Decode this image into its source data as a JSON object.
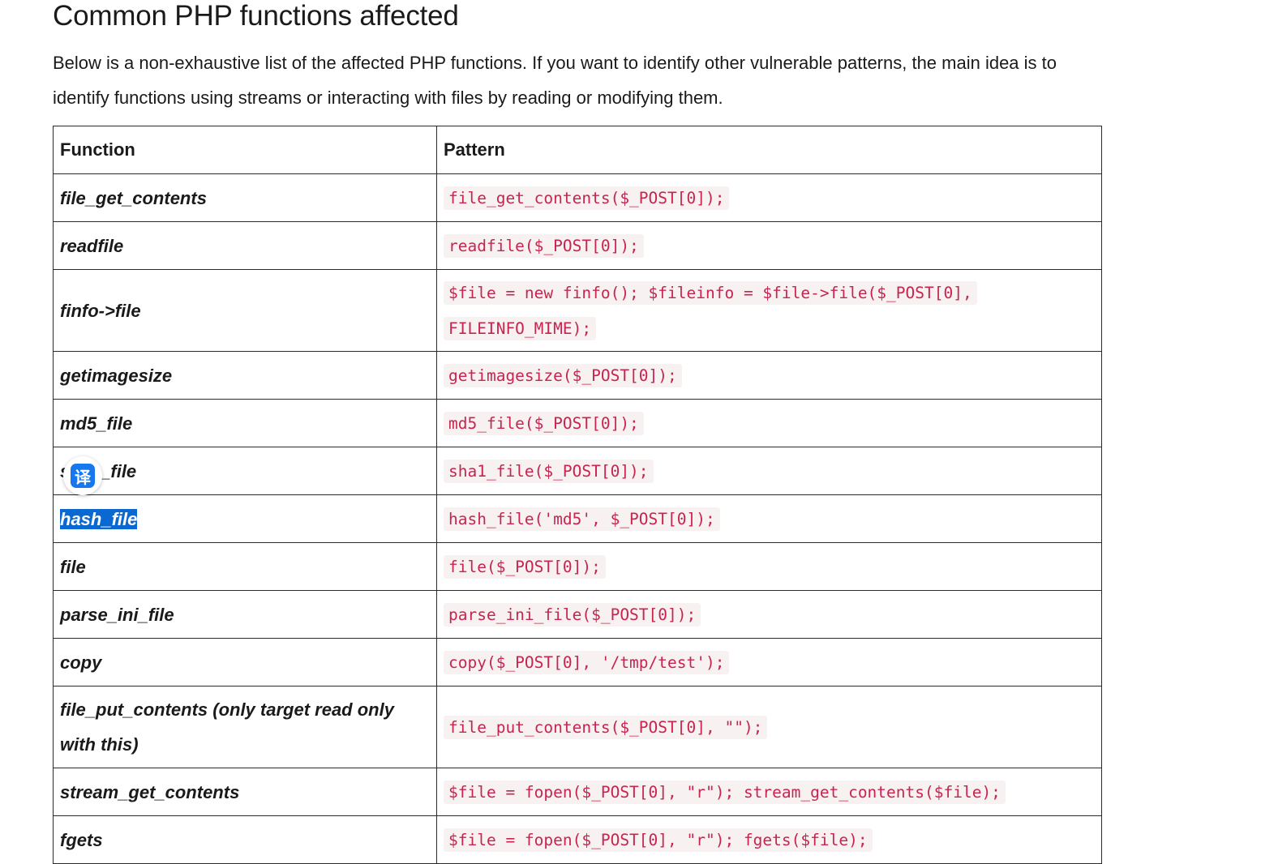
{
  "heading": "Common PHP functions affected",
  "intro": "Below is a non-exhaustive list of the affected PHP functions. If you want to identify other vulnerable patterns, the main idea is to identify functions using streams or interacting with files by reading or modifying them.",
  "table": {
    "headers": {
      "function": "Function",
      "pattern": "Pattern"
    },
    "rows": [
      {
        "function": "file_get_contents",
        "pattern": "file_get_contents($_POST[0]);"
      },
      {
        "function": "readfile",
        "pattern": "readfile($_POST[0]);"
      },
      {
        "function": "finfo->file",
        "pattern": "$file = new finfo(); $fileinfo = $file->file($_POST[0], FILEINFO_MIME);"
      },
      {
        "function": "getimagesize",
        "pattern": "getimagesize($_POST[0]);"
      },
      {
        "function": "md5_file",
        "pattern": "md5_file($_POST[0]);"
      },
      {
        "function": "sha1_file",
        "pattern": "sha1_file($_POST[0]);"
      },
      {
        "function": "hash_file",
        "pattern": "hash_file('md5', $_POST[0]);"
      },
      {
        "function": "file",
        "pattern": "file($_POST[0]);"
      },
      {
        "function": "parse_ini_file",
        "pattern": "parse_ini_file($_POST[0]);"
      },
      {
        "function": "copy",
        "pattern": "copy($_POST[0], '/tmp/test');"
      },
      {
        "function": "file_put_contents (only target read only with this)",
        "pattern": "file_put_contents($_POST[0], \"\");"
      },
      {
        "function": "stream_get_contents",
        "pattern": "$file = fopen($_POST[0], \"r\"); stream_get_contents($file);"
      },
      {
        "function": "fgets",
        "pattern": "$file = fopen($_POST[0], \"r\"); fgets($file);"
      }
    ]
  },
  "selected_text": "hash_file",
  "translate_bubble": {
    "glyph": "译",
    "icon": "translate-icon",
    "color": "#1677ee"
  },
  "colors": {
    "code_text": "#c7254e",
    "code_bg": "#f7f1f2",
    "selection": "#0a68d1"
  }
}
